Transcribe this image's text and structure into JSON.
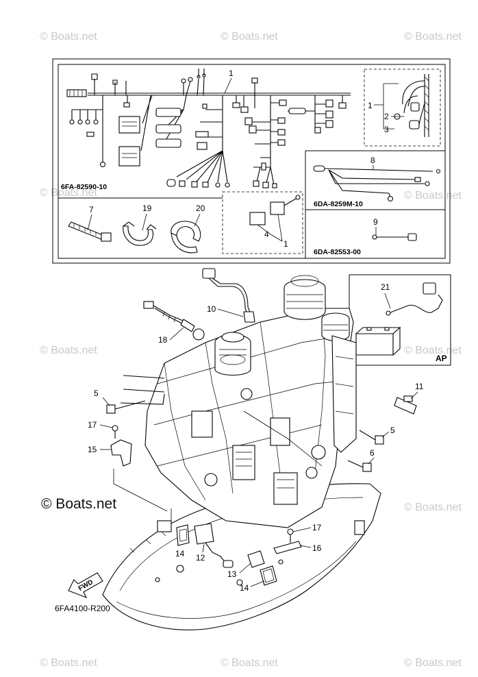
{
  "watermark": {
    "text": "© Boats.net",
    "main_text": "© Boats.net"
  },
  "codes": {
    "harness_main": "6FA-82590-10",
    "harness_sub": "6DA-8259M-10",
    "lead_wire": "6DA-82553-00",
    "diagram_ref": "6FA4100-R200",
    "ap_box": "AP"
  },
  "fwd_label": "FWD",
  "callouts": {
    "c1_top": "1",
    "c1_side": "1",
    "c2": "2",
    "c3": "3",
    "c4": "4",
    "c1_lower": "1",
    "c7": "7",
    "c19": "19",
    "c20": "20",
    "c8": "8",
    "c9": "9",
    "c10": "10",
    "c18": "18",
    "c21": "21",
    "c11": "11",
    "c5_left": "5",
    "c5_right": "5",
    "c6": "6",
    "c17_left": "17",
    "c15": "15",
    "c17_right": "17",
    "c16": "16",
    "c14_a": "14",
    "c12": "12",
    "c13": "13",
    "c14_b": "14"
  },
  "colors": {
    "line": "#000000",
    "watermark": "#c8c8c8",
    "background": "#ffffff"
  }
}
